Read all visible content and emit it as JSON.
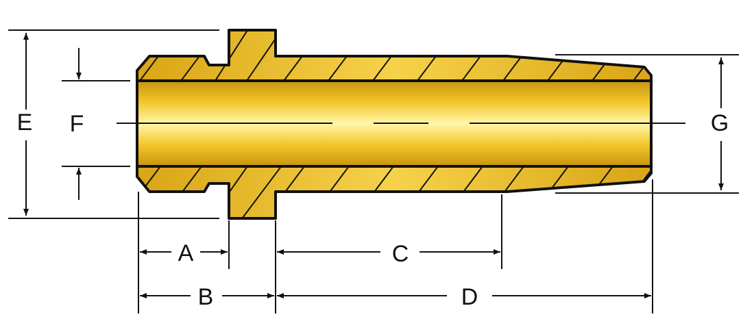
{
  "diagram": {
    "labels": {
      "A": "A",
      "B": "B",
      "C": "C",
      "D": "D",
      "E": "E",
      "F": "F",
      "G": "G"
    },
    "colors": {
      "brass_light": "#fff6a8",
      "brass_mid": "#f2c62a",
      "brass_dark": "#b8860b",
      "outline": "#111111",
      "dimension_line": "#111111",
      "background": "#ffffff"
    }
  }
}
